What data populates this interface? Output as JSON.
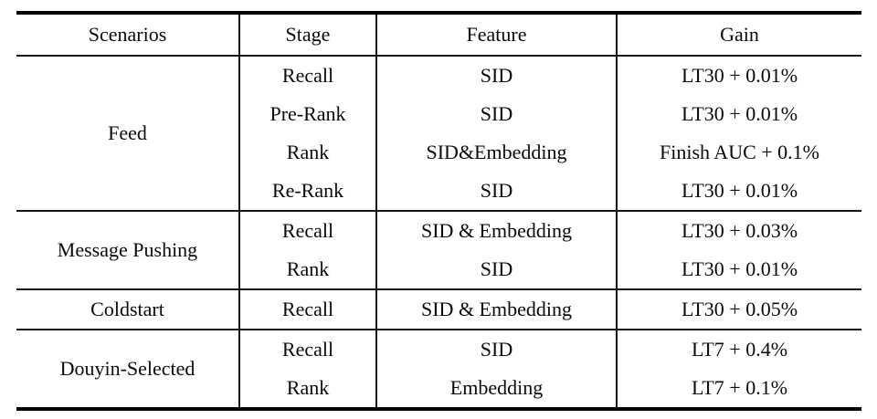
{
  "page": {
    "background_color": "#ffffff",
    "text_color": "#0a0a0a",
    "rule_color": "#000000"
  },
  "table": {
    "headers": [
      "Scenarios",
      "Stage",
      "Feature",
      "Gain"
    ],
    "groups": [
      {
        "scenario": "Feed",
        "rows": [
          {
            "stage": "Recall",
            "feature": "SID",
            "gain": "LT30 + 0.01%"
          },
          {
            "stage": "Pre-Rank",
            "feature": "SID",
            "gain": "LT30 + 0.01%"
          },
          {
            "stage": "Rank",
            "feature": "SID&Embedding",
            "gain": "Finish AUC + 0.1%"
          },
          {
            "stage": "Re-Rank",
            "feature": "SID",
            "gain": "LT30 + 0.01%"
          }
        ]
      },
      {
        "scenario": "Message Pushing",
        "rows": [
          {
            "stage": "Recall",
            "feature": "SID & Embedding",
            "gain": "LT30 + 0.03%"
          },
          {
            "stage": "Rank",
            "feature": "SID",
            "gain": "LT30 + 0.01%"
          }
        ]
      },
      {
        "scenario": "Coldstart",
        "rows": [
          {
            "stage": "Recall",
            "feature": "SID & Embedding",
            "gain": "LT30 + 0.05%"
          }
        ]
      },
      {
        "scenario": "Douyin-Selected",
        "rows": [
          {
            "stage": "Recall",
            "feature": "SID",
            "gain": "LT7 + 0.4%"
          },
          {
            "stage": "Rank",
            "feature": "Embedding",
            "gain": "LT7 + 0.1%"
          }
        ]
      }
    ]
  }
}
